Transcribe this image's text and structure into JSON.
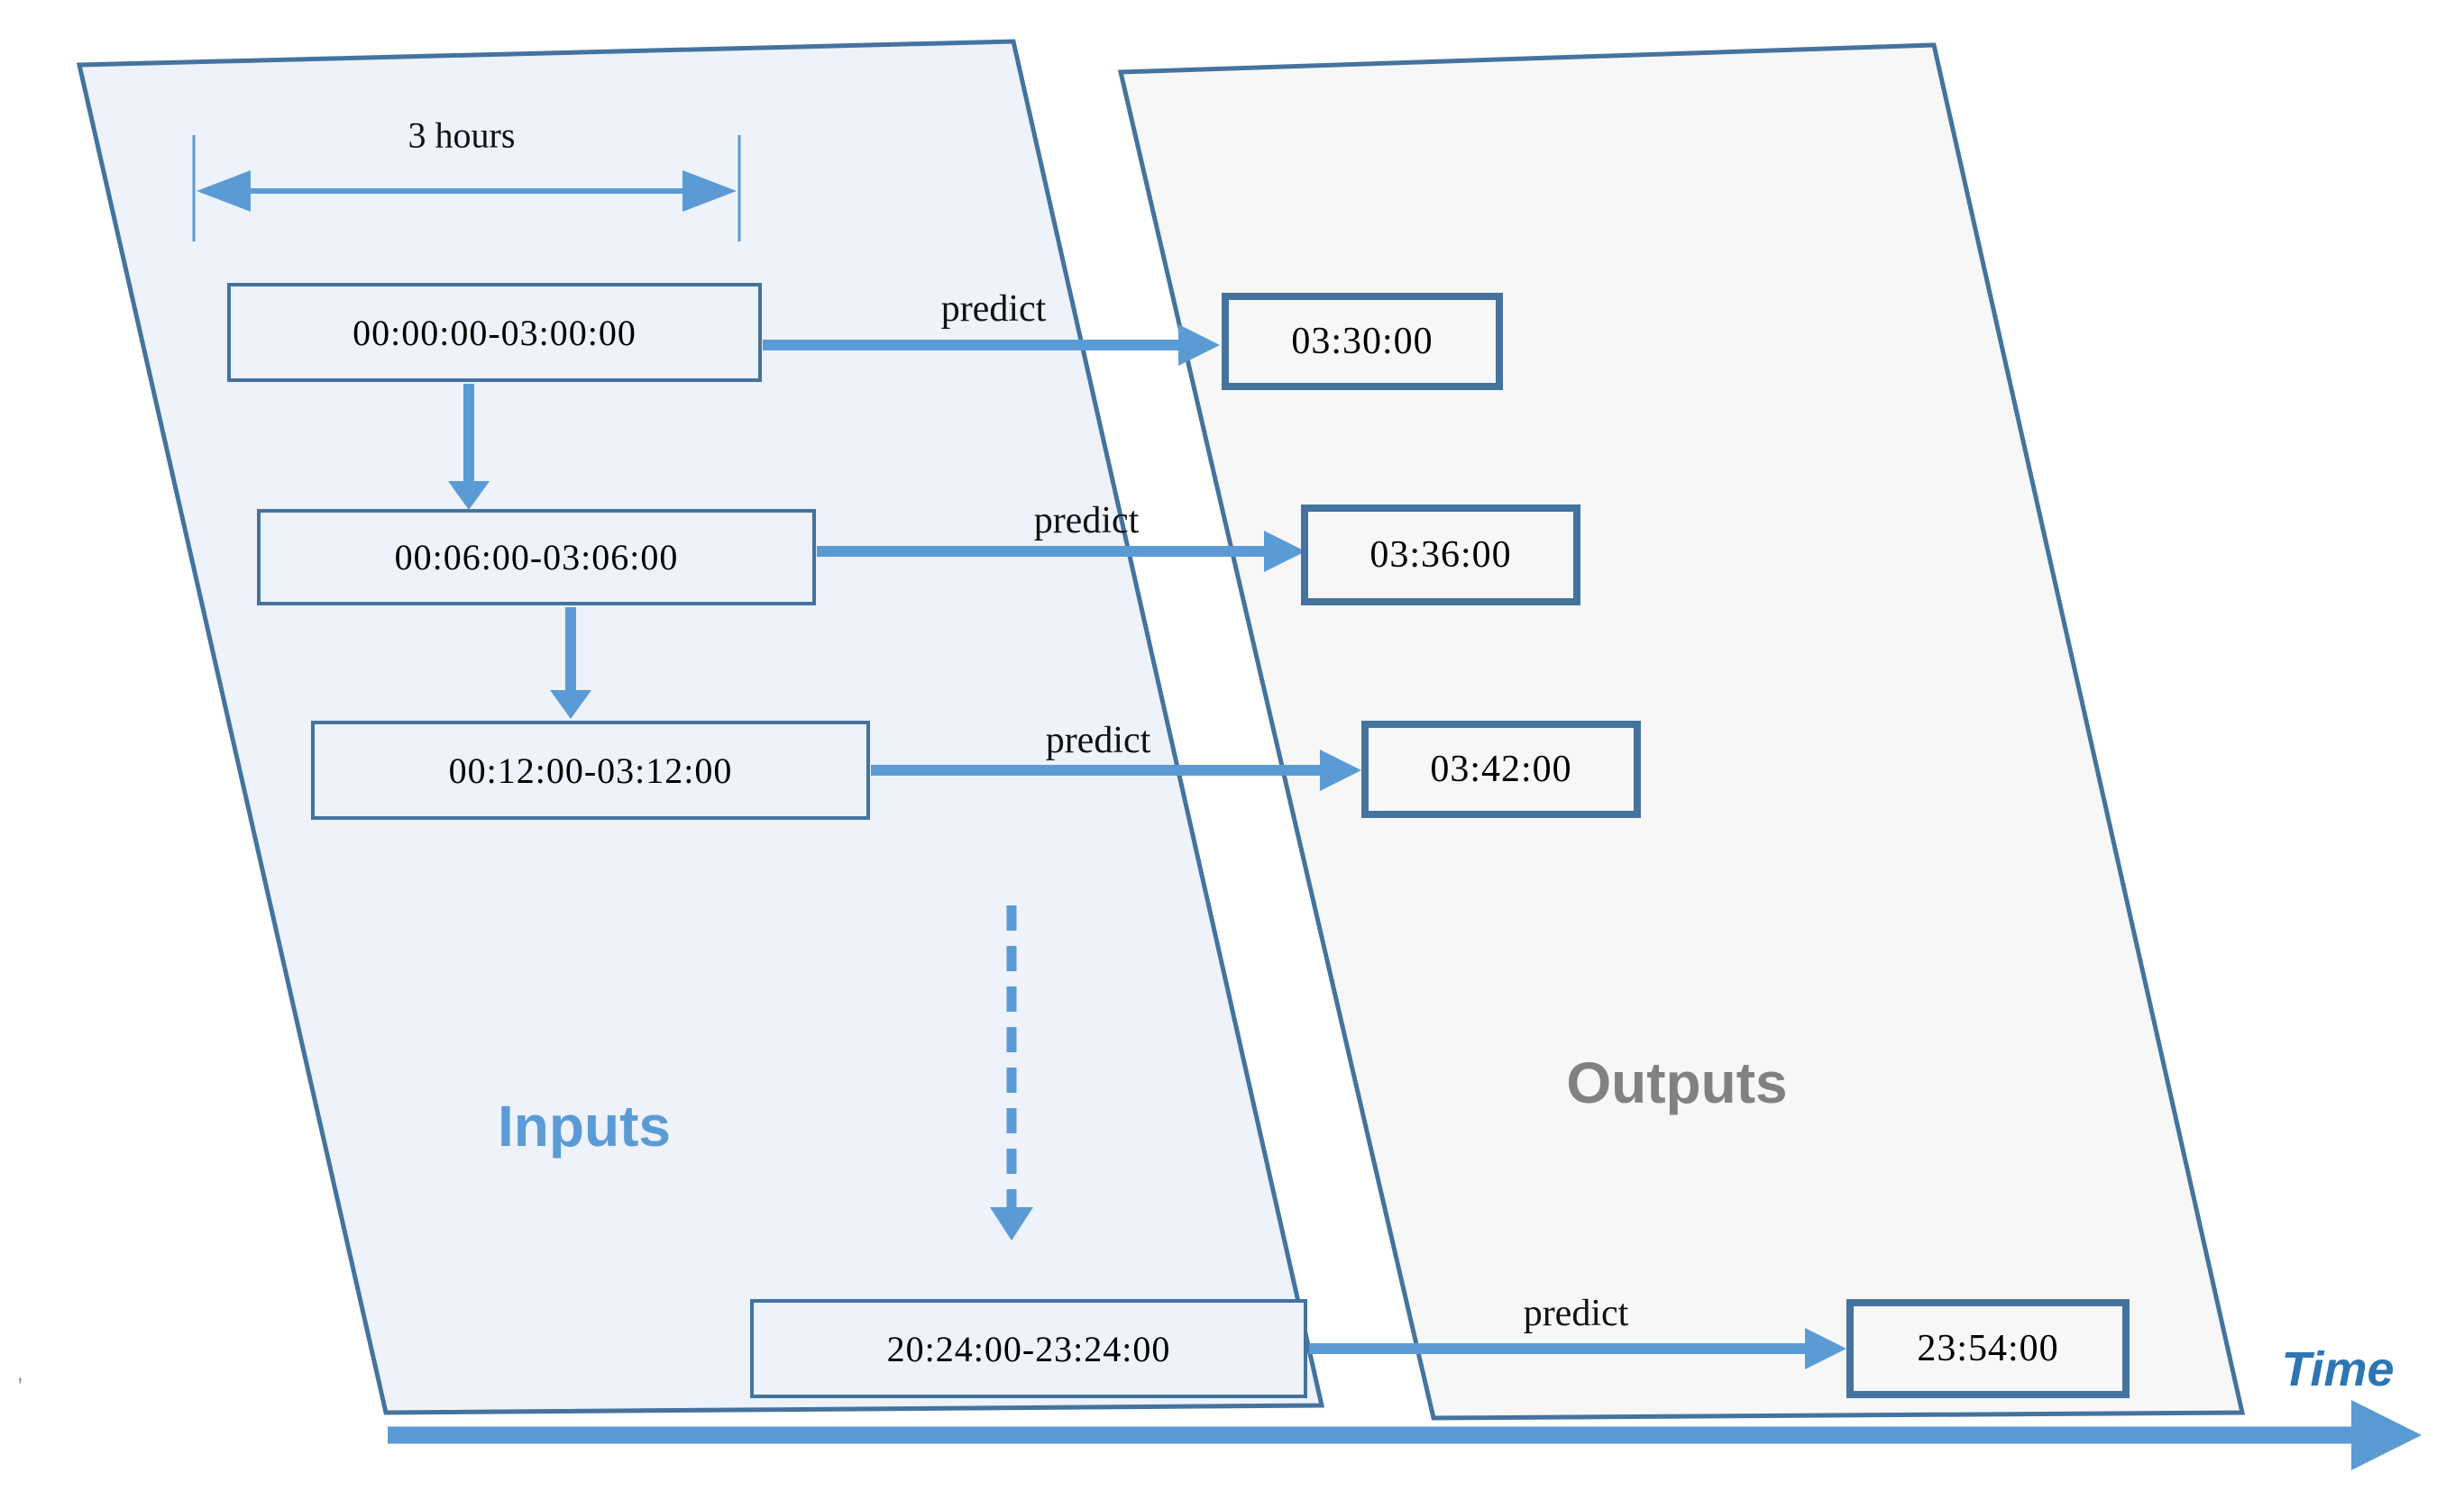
{
  "figure": {
    "inputs_label": "Inputs",
    "outputs_label": "Outputs",
    "time_label": "Time",
    "window_size_label": "3 hours",
    "predict_label": "predict",
    "stray_mark": "'",
    "input_windows": [
      {
        "label": "00:00:00-03:00:00"
      },
      {
        "label": "00:06:00-03:06:00"
      },
      {
        "label": "00:12:00-03:12:00"
      },
      {
        "label": "20:24:00-23:24:00"
      }
    ],
    "output_times": [
      {
        "label": "03:30:00"
      },
      {
        "label": "03:36:00"
      },
      {
        "label": "03:42:00"
      },
      {
        "label": "23:54:00"
      }
    ],
    "colors": {
      "accent_blue": "#5b9bd5",
      "panel_border": "#44739e",
      "inputs_fill": "#edf2fb",
      "outputs_fill": "#f7f7f7",
      "inputs_text_color": "#5b9bd5",
      "outputs_text_color": "#818181",
      "time_text_color": "#2e75b5"
    }
  }
}
